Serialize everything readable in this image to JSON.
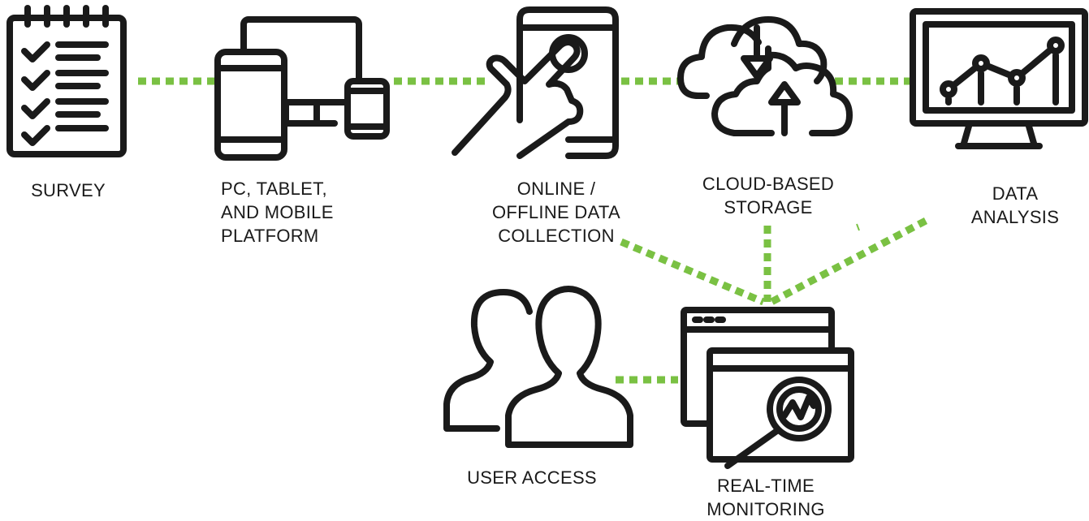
{
  "colors": {
    "connector": "#7ac143",
    "icon_stroke": "#1a1a1a",
    "background": "#ffffff"
  },
  "nodes": {
    "survey": {
      "label": "SURVEY",
      "icon": "checklist-notepad-icon"
    },
    "platform": {
      "label": "PC,  TABLET,\nAND MOBILE\nPLATFORM",
      "icon": "devices-icon"
    },
    "collection": {
      "label": "ONLINE /\nOFFLINE DATA\nCOLLECTION",
      "icon": "touch-tablet-icon"
    },
    "storage": {
      "label": "CLOUD-BASED\nSTORAGE",
      "icon": "cloud-sync-icon"
    },
    "analysis": {
      "label": "DATA\nANALYSIS",
      "icon": "monitor-chart-icon"
    },
    "user_access": {
      "label": "USER ACCESS",
      "icon": "users-icon"
    },
    "monitoring": {
      "label": "REAL-TIME\nMONITORING",
      "icon": "browser-magnifier-icon"
    }
  }
}
